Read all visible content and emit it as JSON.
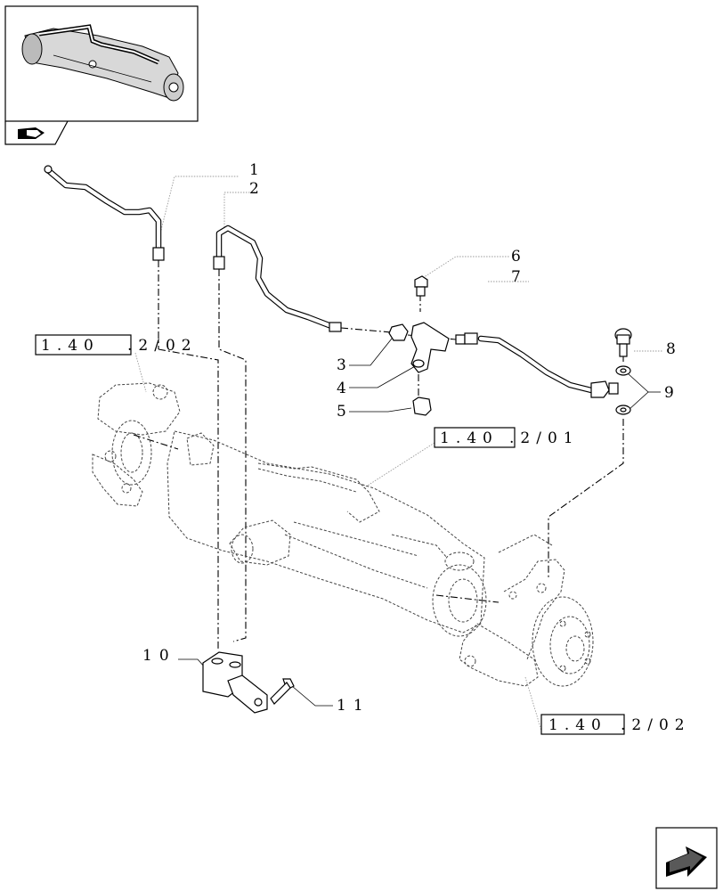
{
  "thumbnail": {
    "icon": "axle-assembly-thumbnail"
  },
  "nav": {
    "prev_icon": "book-arrow-icon",
    "next_icon": "next-page-arrow-icon"
  },
  "references": [
    {
      "boxed": "1.40",
      "rest": ".2/02"
    },
    {
      "boxed": "1.40",
      "rest": ".2/01"
    },
    {
      "boxed": "1.40",
      "rest": ".2/02"
    }
  ],
  "callouts": [
    {
      "num": "1"
    },
    {
      "num": "2"
    },
    {
      "num": "3"
    },
    {
      "num": "4"
    },
    {
      "num": "5"
    },
    {
      "num": "6"
    },
    {
      "num": "7"
    },
    {
      "num": "8"
    },
    {
      "num": "9"
    },
    {
      "num": "10"
    },
    {
      "num": "11"
    }
  ]
}
